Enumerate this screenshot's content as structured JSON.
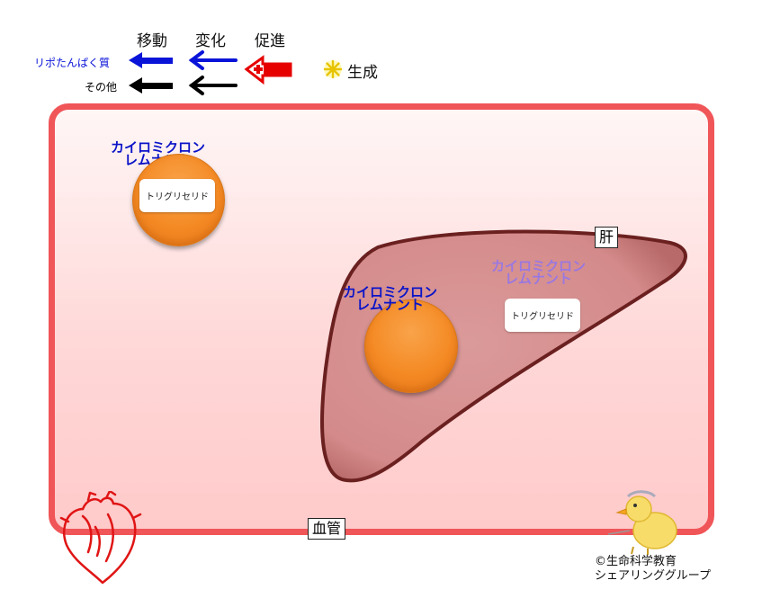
{
  "legend": {
    "headers": [
      "移動",
      "変化",
      "促進"
    ],
    "rows": [
      {
        "label": "リポたんぱく質",
        "color": "#0a14d8"
      },
      {
        "label": "その他",
        "color": "#000000"
      }
    ],
    "generation_label": "生成",
    "promote_color": "#e60000"
  },
  "vessel": {
    "label": "血管",
    "color": "#f05558"
  },
  "liver": {
    "label": "肝",
    "fill": "#d99090",
    "stroke": "#6b2020"
  },
  "particles": [
    {
      "name": "カイロミクロン\nレムナント",
      "line1": "カイロミクロン",
      "line2": "レムナント",
      "content": "トリグリセリド",
      "label_color": "#0a14c8"
    },
    {
      "name_line1": "カイロミクロン",
      "name_line2": "レムナント",
      "label_color": "#0a14c8"
    },
    {
      "name_line1": "カイロミクロン",
      "name_line2": "レムナント",
      "content": "トリグリセリド",
      "label_color": "#a070e0"
    }
  ],
  "credit": {
    "line1": "©生命科学教育",
    "line2": "シェアリンググループ"
  }
}
